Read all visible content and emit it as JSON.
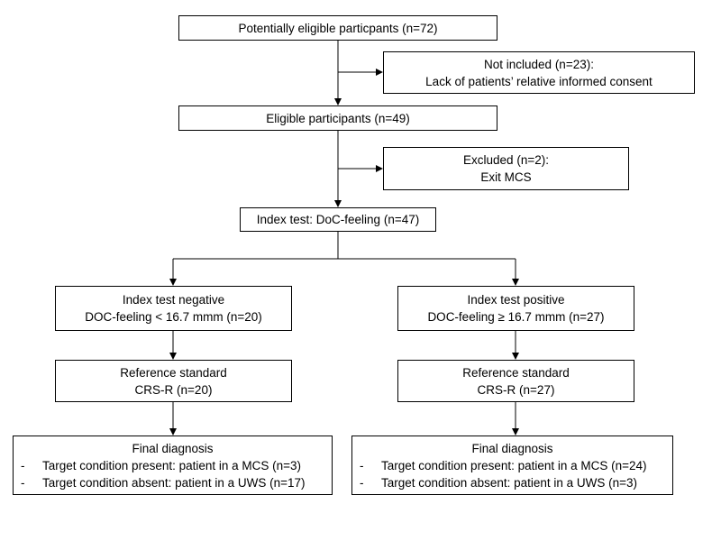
{
  "boxes": {
    "potentially_eligible": "Potentially eligible particpants (n=72)",
    "not_included": {
      "line1": "Not included (n=23):",
      "line2": "Lack of patients’ relative informed consent"
    },
    "eligible": "Eligible participants (n=49)",
    "excluded": {
      "line1": "Excluded (n=2):",
      "line2": "Exit MCS"
    },
    "index_test": "Index test: DoC-feeling (n=47)",
    "negative": {
      "line1": "Index test negative",
      "line2": "DOC-feeling < 16.7 mmm (n=20)"
    },
    "positive": {
      "line1": "Index test positive",
      "line2": "DOC-feeling ≥ 16.7 mmm (n=27)"
    },
    "reference_left": {
      "line1": "Reference standard",
      "line2": "CRS-R (n=20)"
    },
    "reference_right": {
      "line1": "Reference standard",
      "line2": "CRS-R (n=27)"
    },
    "final_left": {
      "title": "Final diagnosis",
      "items": [
        "Target condition present: patient in a MCS (n=3)",
        "Target condition absent: patient in a UWS (n=17)"
      ]
    },
    "final_right": {
      "title": "Final diagnosis",
      "items": [
        "Target condition present: patient in a MCS (n=24)",
        "Target condition absent: patient in a UWS (n=3)"
      ]
    },
    "bullet": "-"
  }
}
